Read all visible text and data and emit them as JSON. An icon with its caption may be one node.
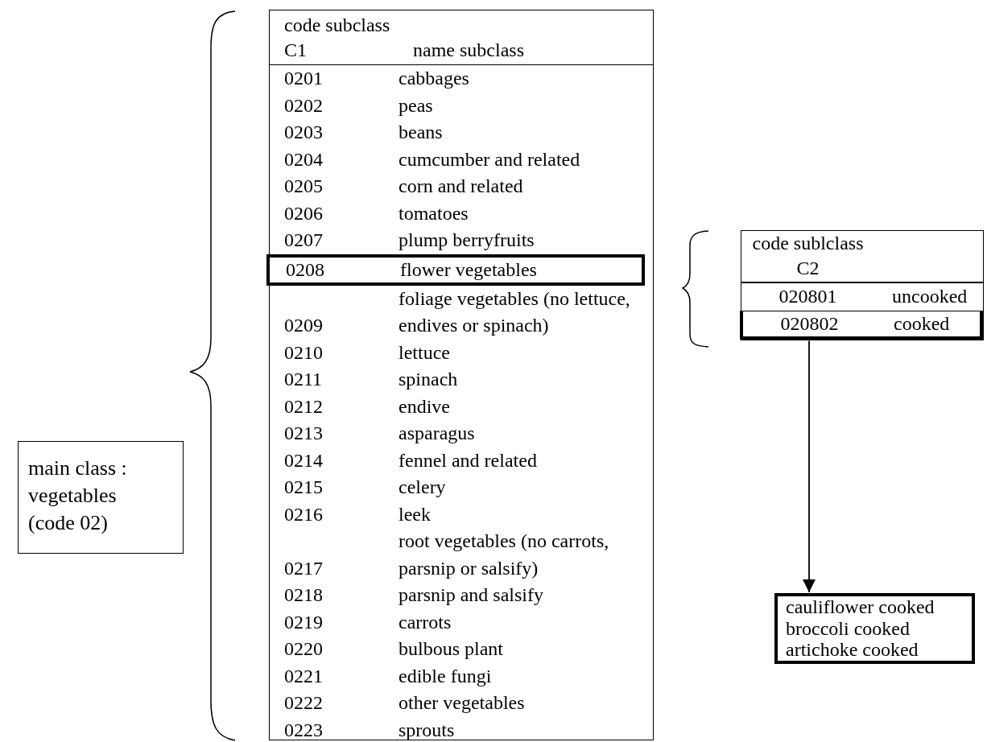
{
  "diagram": {
    "nodes": [
      {
        "text": [
          "main class : vegetables (code 02)"
        ]
      },
      {
        "text": [
          "code subclass C1",
          "name subclass"
        ]
      },
      {
        "text": [
          "0201",
          "cabbages"
        ],
        "in": 1
      },
      {
        "text": [
          "0202",
          "peas"
        ],
        "in": 1
      },
      {
        "text": [
          "0203",
          "beans"
        ],
        "in": 1
      },
      {
        "text": [
          "0204",
          "cumcumber and related"
        ],
        "in": 1
      },
      {
        "text": [
          "0205",
          "corn and related"
        ],
        "in": 1
      },
      {
        "text": [
          "0206",
          "tomatoes"
        ],
        "in": 1
      },
      {
        "text": [
          "0207",
          "plump berryfruits"
        ],
        "in": 1
      },
      {
        "text": [
          "0208",
          "flower vegetables"
        ],
        "in": 1
      },
      {
        "text": [
          "0209",
          "foliage vegetables (no lettuce, endives or spinach)"
        ],
        "in": 1
      },
      {
        "text": [
          "0210",
          "lettuce"
        ],
        "in": 1
      },
      {
        "text": [
          "0211",
          "spinach"
        ],
        "in": 1
      },
      {
        "text": [
          "0212",
          "endive"
        ],
        "in": 1
      },
      {
        "text": [
          "0213",
          "asparagus"
        ],
        "in": 1
      },
      {
        "text": [
          "0214",
          "fennel and related"
        ],
        "in": 1
      },
      {
        "text": [
          "0215",
          "celery"
        ],
        "in": 1
      },
      {
        "text": [
          "0216",
          "leek"
        ],
        "in": 1
      },
      {
        "text": [
          "0217",
          "root vegetables (no carrots, parsnip or salsify)"
        ],
        "in": 1
      },
      {
        "text": [
          "0218",
          "parsnip and salsify"
        ],
        "in": 1
      },
      {
        "text": [
          "0219",
          "carrots"
        ],
        "in": 1
      },
      {
        "text": [
          "0220",
          "bulbous  plant"
        ],
        "in": 1
      },
      {
        "text": [
          "0221",
          "edible fungi"
        ],
        "in": 1
      },
      {
        "text": [
          "0222",
          "other vegetables"
        ],
        "in": 1
      },
      {
        "text": [
          "0223",
          "sprouts"
        ],
        "in": 1
      },
      {
        "text": [
          "code sublclass C2"
        ]
      },
      {
        "text": [
          "020801",
          "uncooked"
        ],
        "in": 25
      },
      {
        "text": [
          "020802",
          "cooked"
        ],
        "in": 25
      },
      {
        "text": [
          "cauliflower cooked",
          "broccoli cooked",
          "artichoke cooked"
        ]
      }
    ],
    "edges": [
      {
        "from": 27,
        "to": 28,
        "arrow": "to"
      }
    ]
  }
}
